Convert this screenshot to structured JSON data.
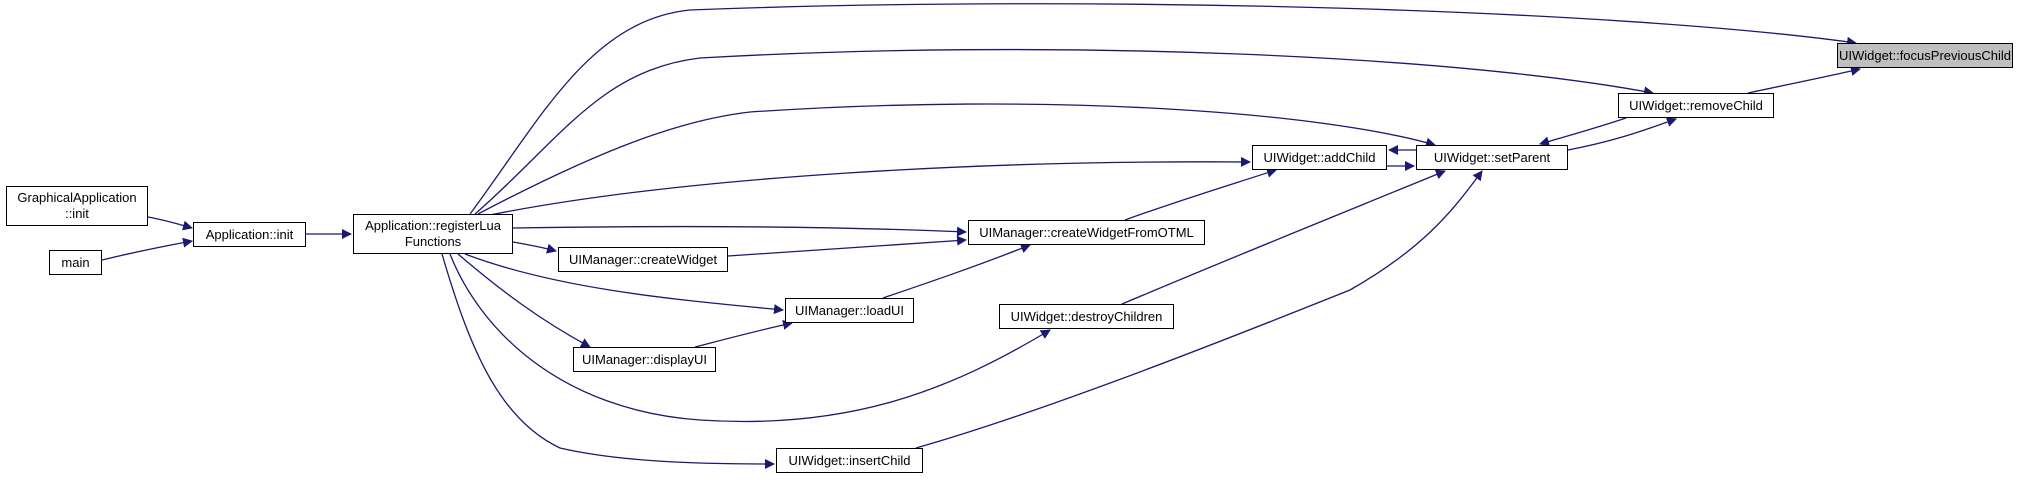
{
  "graph": {
    "edge_color": "#191970",
    "highlight_fill": "#bfbfbf",
    "nodes": {
      "focusPreviousChild": {
        "line1": "UIWidget::focusPreviousChild"
      },
      "removeChild": {
        "line1": "UIWidget::removeChild"
      },
      "setParent": {
        "line1": "UIWidget::setParent"
      },
      "addChild": {
        "line1": "UIWidget::addChild"
      },
      "createWidgetFromOTML": {
        "line1": "UIManager::createWidgetFromOTML"
      },
      "destroyChildren": {
        "line1": "UIWidget::destroyChildren"
      },
      "insertChild": {
        "line1": "UIWidget::insertChild"
      },
      "registerLua": {
        "line1": "Application::registerLua",
        "line2": "Functions"
      },
      "createWidget": {
        "line1": "UIManager::createWidget"
      },
      "loadUI": {
        "line1": "UIManager::loadUI"
      },
      "displayUI": {
        "line1": "UIManager::displayUI"
      },
      "appInit": {
        "line1": "Application::init"
      },
      "graphicalInit": {
        "line1": "GraphicalApplication",
        "line2": "::init"
      },
      "main": {
        "line1": "main"
      }
    },
    "edges": [
      [
        "removeChild",
        "focusPreviousChild"
      ],
      [
        "registerLua",
        "focusPreviousChild"
      ],
      [
        "setParent",
        "removeChild"
      ],
      [
        "registerLua",
        "removeChild"
      ],
      [
        "removeChild",
        "setParent"
      ],
      [
        "addChild",
        "setParent"
      ],
      [
        "registerLua",
        "setParent"
      ],
      [
        "destroyChildren",
        "setParent"
      ],
      [
        "insertChild",
        "setParent"
      ],
      [
        "setParent",
        "addChild"
      ],
      [
        "createWidgetFromOTML",
        "addChild"
      ],
      [
        "registerLua",
        "addChild"
      ],
      [
        "registerLua",
        "createWidgetFromOTML"
      ],
      [
        "createWidget",
        "createWidgetFromOTML"
      ],
      [
        "loadUI",
        "createWidgetFromOTML"
      ],
      [
        "registerLua",
        "createWidget"
      ],
      [
        "registerLua",
        "loadUI"
      ],
      [
        "displayUI",
        "loadUI"
      ],
      [
        "registerLua",
        "displayUI"
      ],
      [
        "registerLua",
        "destroyChildren"
      ],
      [
        "registerLua",
        "insertChild"
      ],
      [
        "appInit",
        "registerLua"
      ],
      [
        "graphicalInit",
        "appInit"
      ],
      [
        "main",
        "appInit"
      ]
    ]
  }
}
